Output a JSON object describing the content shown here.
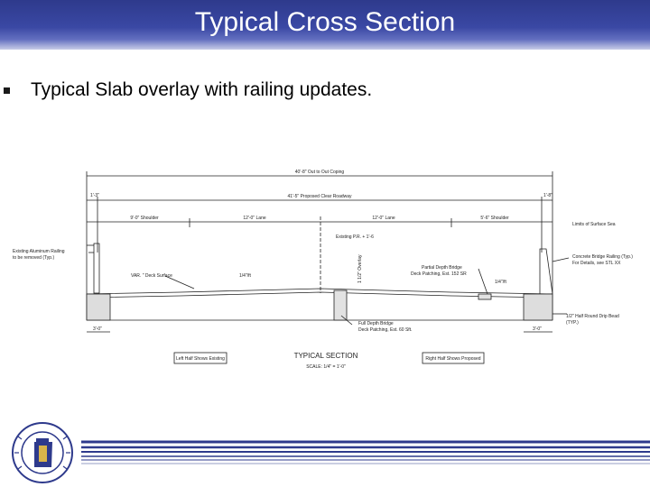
{
  "slide": {
    "title": "Typical Cross Section",
    "bullet": "Typical Slab overlay with railing updates."
  },
  "drawing": {
    "out_to_out": "40'-8\" Out to Out Coping",
    "left_curb": "1'-3\"",
    "right_curb": "1'-8\"",
    "clear_roadway": "41'-5\" Proposed Clear Roadway",
    "left_shoulder": "9'-0\" Shoulder",
    "left_lane": "12'-0\" Lane",
    "right_lane": "12'-0\" Lane",
    "right_shoulder": "5'-6\" Shoulder",
    "limits_surface": "Limits of Surface Sea",
    "existing_rail_1": "Existing Aluminum Railing",
    "existing_rail_2": "to be removed (Typ.)",
    "existing_pr": "Existing P.R. + 1'-6",
    "overlay_depth": "1 1/2\" Overlay",
    "partial_depth_1": "Partial Depth Bridge",
    "partial_depth_2": "Deck Patching, Est. 152 SR",
    "concrete_rail_1": "Concrete Bridge Railing (Typ.)",
    "concrete_rail_2": "For Details, see STL XX",
    "deck_surface": "VAR. \" Deck Surface",
    "slope_left": "1/4\"/ft",
    "slope_right": "1/4\"/ft",
    "full_depth_1": "Full Depth Bridge",
    "full_depth_2": "Deck Patching, Est. 60 Sft.",
    "left_dim": "3'-0\"",
    "right_dim": "3'-0\"",
    "drip_bead_1": "1/2\" Half Round Drip Bead",
    "drip_bead_2": "(TYP.)",
    "left_half": "Left Half Shows Existing",
    "right_half": "Right Half Shows Proposed",
    "section_title": "TYPICAL SECTION",
    "scale": "SCALE: 1/4\" = 1'-0\""
  },
  "colors": {
    "title_bar": "#3a48a4",
    "band_line": "#2e3a8c"
  }
}
